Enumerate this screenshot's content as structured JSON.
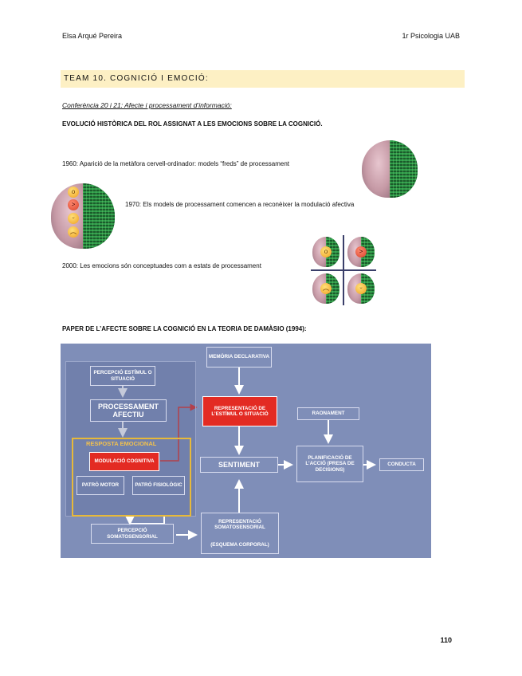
{
  "header": {
    "author": "Elsa Arqué Pereira",
    "course": "1r Psicologia UAB"
  },
  "team_title": "TEAM 10. COGNICIÓ I EMOCIÓ:",
  "conference": "Conferència 20 i 21: Afecte i processament d’informació:",
  "section1_title": "EVOLUCIÓ HISTÒRICA DEL ROL ASSIGNAT A LES EMOCIONS SOBRE LA COGNICIÓ.",
  "timeline": [
    {
      "year": "1960",
      "text": "1960: Aparició de la metàfora cervell-ordinador: models “freds” de processament"
    },
    {
      "year": "1970",
      "text": "1970: Els models de processament comencen a reconèixer la modulació afectiva"
    },
    {
      "year": "2000",
      "text": "2000: Les emocions són conceptuades com a estats de processament"
    }
  ],
  "section2_title": "PAPER DE L’AFECTE SOBRE LA COGNICIÓ EN LA TEORIA DE DAMÀSIO (1994):",
  "diagram": {
    "memoria": "MEMÒRIA DECLARATIVA",
    "percepcio_estimul": "PERCEPCIÓ ESTÍMUL O SITUACIÓ",
    "processament": "PROCESSAMENT AFECTIU",
    "resposta_title": "RESPOSTA EMOCIONAL",
    "modulacio": "MODULACIÓ COGNITIVA",
    "patro_motor": "PATRÓ MOTOR",
    "patro_fisiologic": "PATRÓ FISIOLÒGIC",
    "representacio_estimul": "REPRESENTACIÓ DE L’ESTÍMUL O SITUACIÓ",
    "raonament": "RAONAMENT",
    "sentiment": "SENTIMENT",
    "planificacio": "PLANIFICACIÓ DE L’ACCIÓ (PRESA DE DECISIONS)",
    "conducta": "CONDUCTA",
    "percepcio_somato": "PERCEPCIÓ SOMATOSENSORIAL",
    "representacio_somato": "REPRESENTACIÓ SOMATOSENSORIAL",
    "esquema": "(ESQUEMA CORPORAL)"
  },
  "page_number": "110"
}
